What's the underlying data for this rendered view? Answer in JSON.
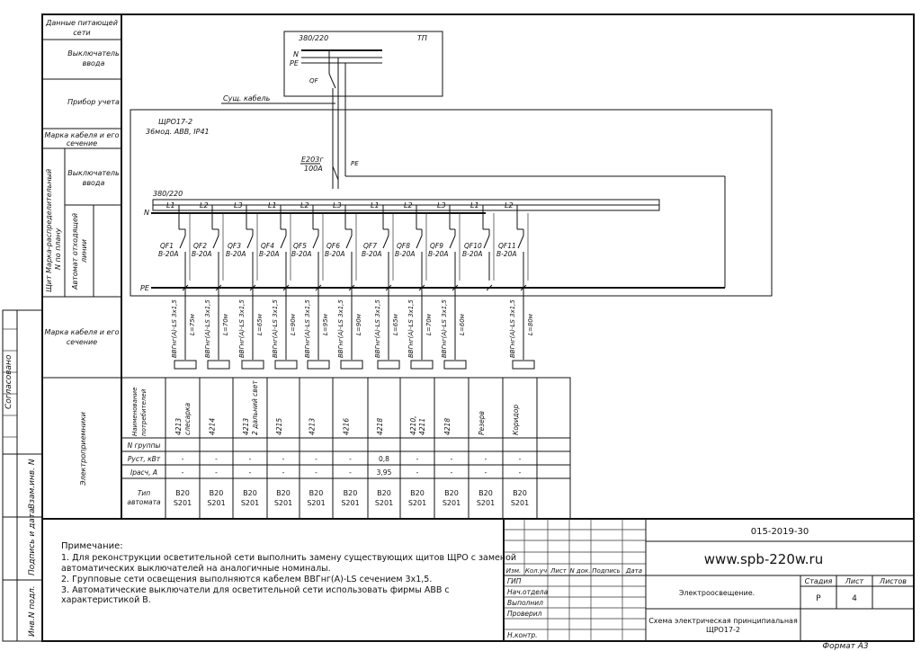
{
  "left_column": {
    "supply_data": [
      "Данные питающей",
      "сети"
    ],
    "input_switch": [
      "Выключатель",
      "ввода"
    ],
    "meter": "Прибор учета",
    "cable_mark_top": [
      "Марка кабеля и его",
      "сечение"
    ],
    "shield_vertical": [
      "Щит Марка-распределительный",
      "N по плану"
    ],
    "input_switch_2": [
      "Выключатель",
      "ввода"
    ],
    "outgoing_lines": [
      "Автомат отходящей",
      "линии"
    ],
    "cable_mark_bottom": [
      "Марка кабеля и его",
      "сечение"
    ],
    "receivers": "Электроприемники"
  },
  "side_stamp": {
    "agreed": "Согласовано",
    "replace_inv": "Взам.инв. N",
    "sign_date": "Подпись и дата",
    "inv_sign": "Инв.N подл."
  },
  "tp_box": {
    "voltage": "380/220",
    "title": "ТП",
    "n": "N",
    "pe": "PE",
    "qf": "QF"
  },
  "existing_cable": "Сущ. кабель",
  "panel": {
    "name": "ЩРО17-2",
    "spec": "36мод. ABB, IP41",
    "main_breaker": "Е203г",
    "main_rating": "100А",
    "pe": "PE",
    "bus_voltage": "380/220",
    "n": "N",
    "pe_bus": "PE"
  },
  "groups": [
    {
      "phase": "L1",
      "qf": "QF1",
      "rating": "В-20А",
      "cable": "ВВГнг(А)-LS 3х1,5",
      "len": "L=75м",
      "consumer": "4213 слесарка",
      "pust": "-",
      "icalc": "-",
      "type1": "B20",
      "type2": "S201"
    },
    {
      "phase": "L2",
      "qf": "QF2",
      "rating": "В-20А",
      "cable": "ВВГнг(А)-LS 3х1,5",
      "len": "L=70м",
      "consumer": "4214",
      "pust": "-",
      "icalc": "-",
      "type1": "B20",
      "type2": "S201"
    },
    {
      "phase": "L3",
      "qf": "QF3",
      "rating": "В-20А",
      "cable": "ВВГнг(А)-LS 3х1,5",
      "len": "L=65м",
      "consumer": "4213 2 дальний свет",
      "pust": "-",
      "icalc": "-",
      "type1": "B20",
      "type2": "S201"
    },
    {
      "phase": "L1",
      "qf": "QF4",
      "rating": "В-20А",
      "cable": "ВВГнг(А)-LS 3х1,5",
      "len": "L=90м",
      "consumer": "4215",
      "pust": "-",
      "icalc": "-",
      "type1": "B20",
      "type2": "S201"
    },
    {
      "phase": "L2",
      "qf": "QF5",
      "rating": "В-20А",
      "cable": "ВВГнг(А)-LS 3х1,5",
      "len": "L=95м",
      "consumer": "4213",
      "pust": "-",
      "icalc": "-",
      "type1": "B20",
      "type2": "S201"
    },
    {
      "phase": "L3",
      "qf": "QF6",
      "rating": "В-20А",
      "cable": "ВВГнг(А)-LS 3х1,5",
      "len": "L=90м",
      "consumer": "4216",
      "pust": "-",
      "icalc": "-",
      "type1": "B20",
      "type2": "S201"
    },
    {
      "phase": "L1",
      "qf": "QF7",
      "rating": "В-20А",
      "cable": "ВВГнг(А)-LS 3х1,5",
      "len": "L=65м",
      "consumer": "4218",
      "pust": "0,8",
      "icalc": "3,95",
      "type1": "B20",
      "type2": "S201"
    },
    {
      "phase": "L2",
      "qf": "QF8",
      "rating": "В-20А",
      "cable": "ВВГнг(А)-LS 3х1,5",
      "len": "L=70м",
      "consumer": "4210, 4211",
      "pust": "-",
      "icalc": "-",
      "type1": "B20",
      "type2": "S201"
    },
    {
      "phase": "L3",
      "qf": "QF9",
      "rating": "В-20А",
      "cable": "ВВГнг(А)-LS 3х1,5",
      "len": "L=60м",
      "consumer": "4218",
      "pust": "-",
      "icalc": "-",
      "type1": "B20",
      "type2": "S201"
    },
    {
      "phase": "L1",
      "qf": "QF10",
      "rating": "В-20А",
      "cable": "",
      "len": "",
      "consumer": "Резерв",
      "pust": "-",
      "icalc": "-",
      "type1": "B20",
      "type2": "S201"
    },
    {
      "phase": "L2",
      "qf": "QF11",
      "rating": "В-20А",
      "cable": "ВВГнг(А)-LS 3х1,5",
      "len": "L=80м",
      "consumer": "Коридор",
      "pust": "-",
      "icalc": "-",
      "type1": "B20",
      "type2": "S201"
    }
  ],
  "table_labels": {
    "consumer_name": [
      "Наименование",
      "потребителей"
    ],
    "group_no": "N группы",
    "pust": "Руст, кВт",
    "icalc": "Iрасч, А",
    "type": [
      "Тип",
      "автомата"
    ]
  },
  "notes": {
    "heading": "Примечание:",
    "lines": [
      "1. Для реконструкции осветительной сети выполнить замену существующих щитов ЩРО с заменой",
      "автоматических выключателей на аналогичные номиналы.",
      "2. Групповые сети освещения выполняются кабелем ВВГнг(А)-LS сечением 3х1,5.",
      "3. Автоматические выключатели для осветительной сети использовать фирмы АВВ с",
      "характеристикой В."
    ]
  },
  "title_block": {
    "doc_code": "015-2019-30",
    "website": "www.spb-220w.ru",
    "cols": [
      "Изм.",
      "Кол.уч",
      "Лист",
      "N док.",
      "Подпись",
      "Дата"
    ],
    "roles": [
      "ГИП",
      "Нач.отдела",
      "Выполнил",
      "Проверил",
      "",
      "Н.контр."
    ],
    "section": "Электроосвещение.",
    "stage_h": "Стадия",
    "sheet_h": "Лист",
    "sheets_h": "Листов",
    "stage": "Р",
    "sheet": "4",
    "sheets": "",
    "drawing_title": [
      "Схема электрическая принципиальная",
      "ЩРО17-2"
    ],
    "format": "Формат А3"
  }
}
